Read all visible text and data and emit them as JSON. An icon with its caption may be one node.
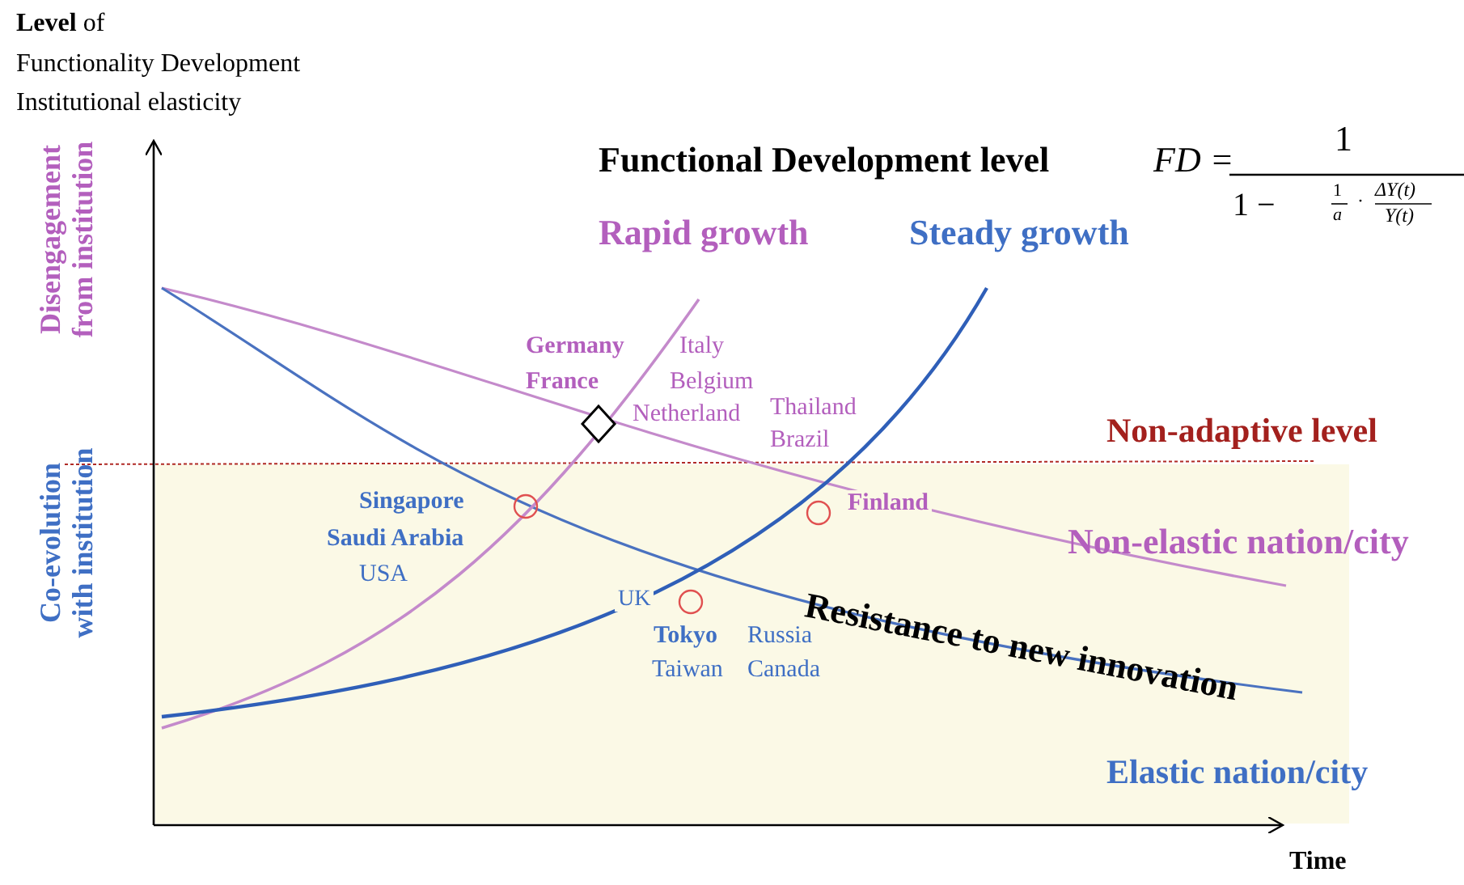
{
  "diagram": {
    "labels": [
      "**Level** of",
      "Functionality Development",
      "Institutional elasticity",
      "Functional Development level",
      "FD =",
      "1",
      "1 −",
      "1",
      "a",
      "·",
      "ΔY(t)",
      "Y(t)",
      "Disengagement from institution",
      "Rapid growth",
      "Steady growth",
      "Germany",
      "France",
      "Italy",
      "Belgium",
      "Netherland",
      "Thailand",
      "Brazil",
      "Non-adaptive level",
      "Singapore",
      "Saudi Arabia",
      "USA",
      "Finland",
      "Non-elastic nation/city",
      "Co-evolution with institution",
      "Resistance to new innovation",
      "UK",
      "Tokyo",
      "Russia",
      "Taiwan",
      "Canada",
      "Elastic nation/city",
      "Time"
    ]
  }
}
